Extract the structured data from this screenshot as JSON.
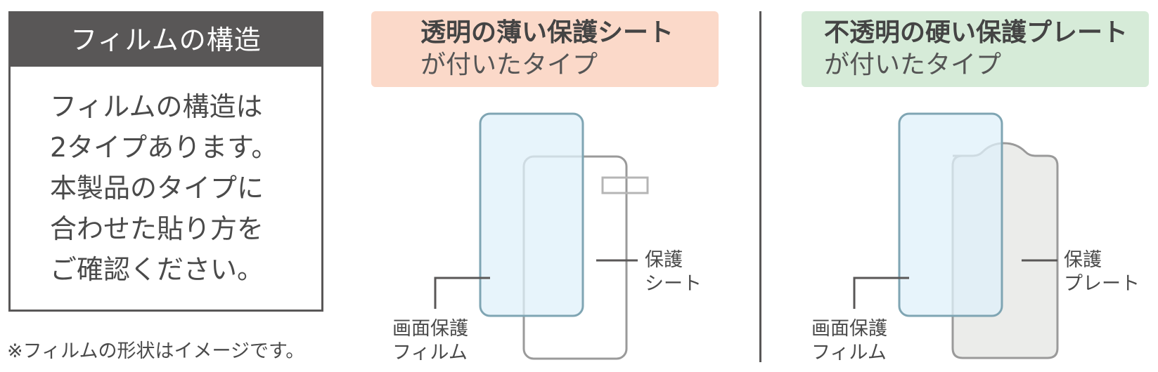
{
  "info": {
    "title": "フィルムの構造",
    "lines": [
      "フィルムの構造は",
      "2タイプあります。",
      "本製品のタイプに",
      "合わせた貼り方を",
      "ご確認ください。"
    ]
  },
  "note": "※フィルムの形状はイメージです。",
  "type_a": {
    "line1": "透明の薄い保護シート",
    "line2": "が付いたタイプ",
    "label_film_1": "画面保護",
    "label_film_2": "フィルム",
    "label_sheet_1": "保護",
    "label_sheet_2": "シート"
  },
  "type_b": {
    "line1": "不透明の硬い保護プレート",
    "line2": "が付いたタイプ",
    "label_film_1": "画面保護",
    "label_film_2": "フィルム",
    "label_plate_1": "保護",
    "label_plate_2": "プレート"
  },
  "colors": {
    "dark_gray": "#595757",
    "film_fill": "#e6f3fb",
    "film_stroke": "#7fa5b3",
    "sheet_stroke": "#9a9a9a",
    "plate_fill": "#ebecea",
    "banner_a": "#fbd9c9",
    "banner_b": "#d6ebd8"
  }
}
